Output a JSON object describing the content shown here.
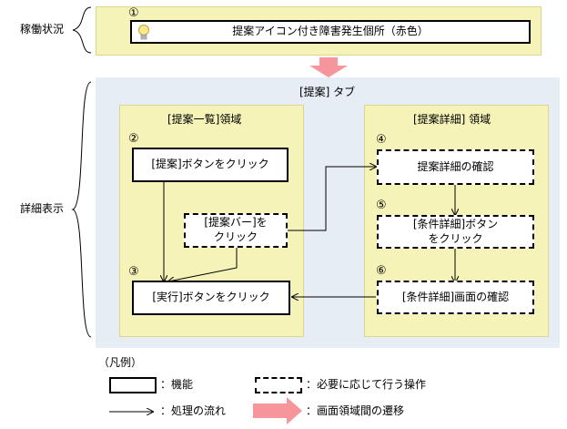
{
  "sections": {
    "status_label": "稼働状況",
    "detail_label": "詳細表示"
  },
  "status_box": {
    "number": "①",
    "text": "提案アイコン付き障害発生個所（赤色）",
    "icon": "lightbulb-icon"
  },
  "tab_title": "[提案] タブ",
  "areas": {
    "left_title": "[提案一覧]領域",
    "right_title": "[提案詳細] 領域"
  },
  "nodes": {
    "n2_num": "②",
    "n2_text": "[提案]ボタンをクリック",
    "bar_text": "[提案バー]を\nクリック",
    "n3_num": "③",
    "n3_text": "[実行]ボタンをクリック",
    "n4_num": "④",
    "n4_text": "提案詳細の確認",
    "n5_num": "⑤",
    "n5_text": "[条件詳細]ボタン\nをクリック",
    "n6_num": "⑥",
    "n6_text": "[条件詳細]画面の確認"
  },
  "legend": {
    "title": "（凡例）",
    "function": "：機能",
    "optional": "：必要に応じて行う操作",
    "flow": "：処理の流れ",
    "transition": "：画面領域間の遷移"
  },
  "colors": {
    "area_yellow": "#f5f3b8",
    "tab_blue": "#e6edf5",
    "transition_arrow": "#f6969a"
  }
}
